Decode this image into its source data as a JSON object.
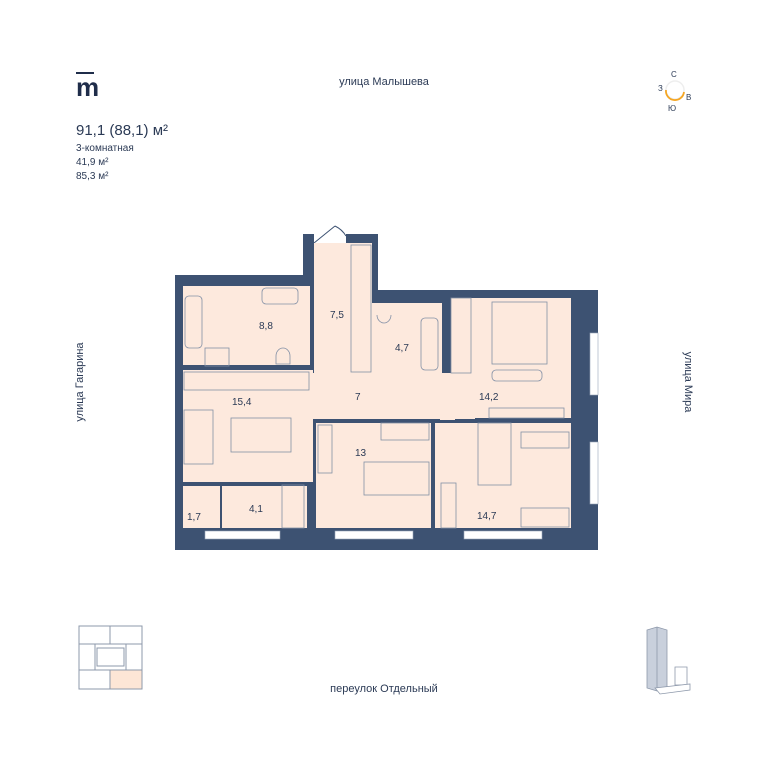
{
  "header": {
    "logo": "m",
    "total_area": "91,1 (88,1) м²",
    "rooms_type": "3-комнатная",
    "living_area": "41,9 м²",
    "area_no_balcony": "85,3 м²"
  },
  "compass": {
    "north": "С",
    "east": "В",
    "south": "Ю",
    "west": "З",
    "accent": "#f5a623"
  },
  "streets": {
    "top": "улица Малышева",
    "left": "улица Гагарина",
    "right": "улица Мира",
    "bottom": "переулок Отдельный"
  },
  "rooms": [
    {
      "id": "bathroom-1",
      "area": "8,8"
    },
    {
      "id": "entry-hall",
      "area": "7,5"
    },
    {
      "id": "bathroom-2",
      "area": "4,7"
    },
    {
      "id": "bedroom-master",
      "area": "14,2"
    },
    {
      "id": "kitchen-living",
      "area": "15,4"
    },
    {
      "id": "hall",
      "area": "7"
    },
    {
      "id": "bedroom-2",
      "area": "13"
    },
    {
      "id": "storage",
      "area": "1,7"
    },
    {
      "id": "study",
      "area": "4,1"
    },
    {
      "id": "bedroom-3",
      "area": "14,7"
    }
  ],
  "colors": {
    "wall": "#3d5272",
    "room": "#fde9dd",
    "line": "#9aa6b8",
    "highlight": "#fde6d6"
  }
}
